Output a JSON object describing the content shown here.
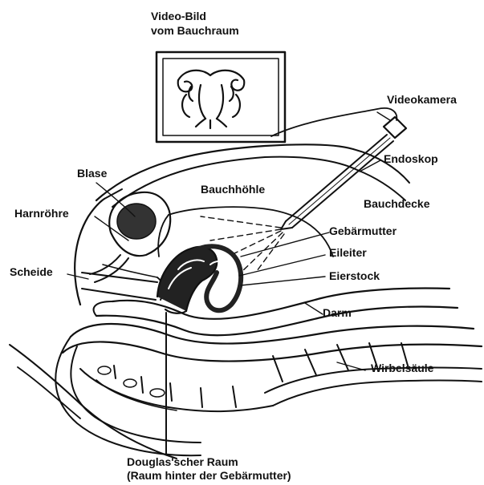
{
  "labels": {
    "monitor_line1": "Video-Bild",
    "monitor_line2": "vom Bauchraum",
    "camera": "Videokamera",
    "endoscope": "Endoskop",
    "abdominal_wall": "Bauchdecke",
    "abdominal_cavity": "Bauchhöhle",
    "bladder": "Blase",
    "urethra": "Harnröhre",
    "vagina": "Scheide",
    "uterus": "Gebärmutter",
    "fallopian_tube": "Eileiter",
    "ovary": "Eierstock",
    "intestine": "Darm",
    "spine": "Wirbelsäule",
    "douglas_line1": "Douglas'scher Raum",
    "douglas_line2": "(Raum hinter der Gebärmutter)"
  },
  "colors": {
    "ink": "#111111",
    "background": "#ffffff"
  }
}
